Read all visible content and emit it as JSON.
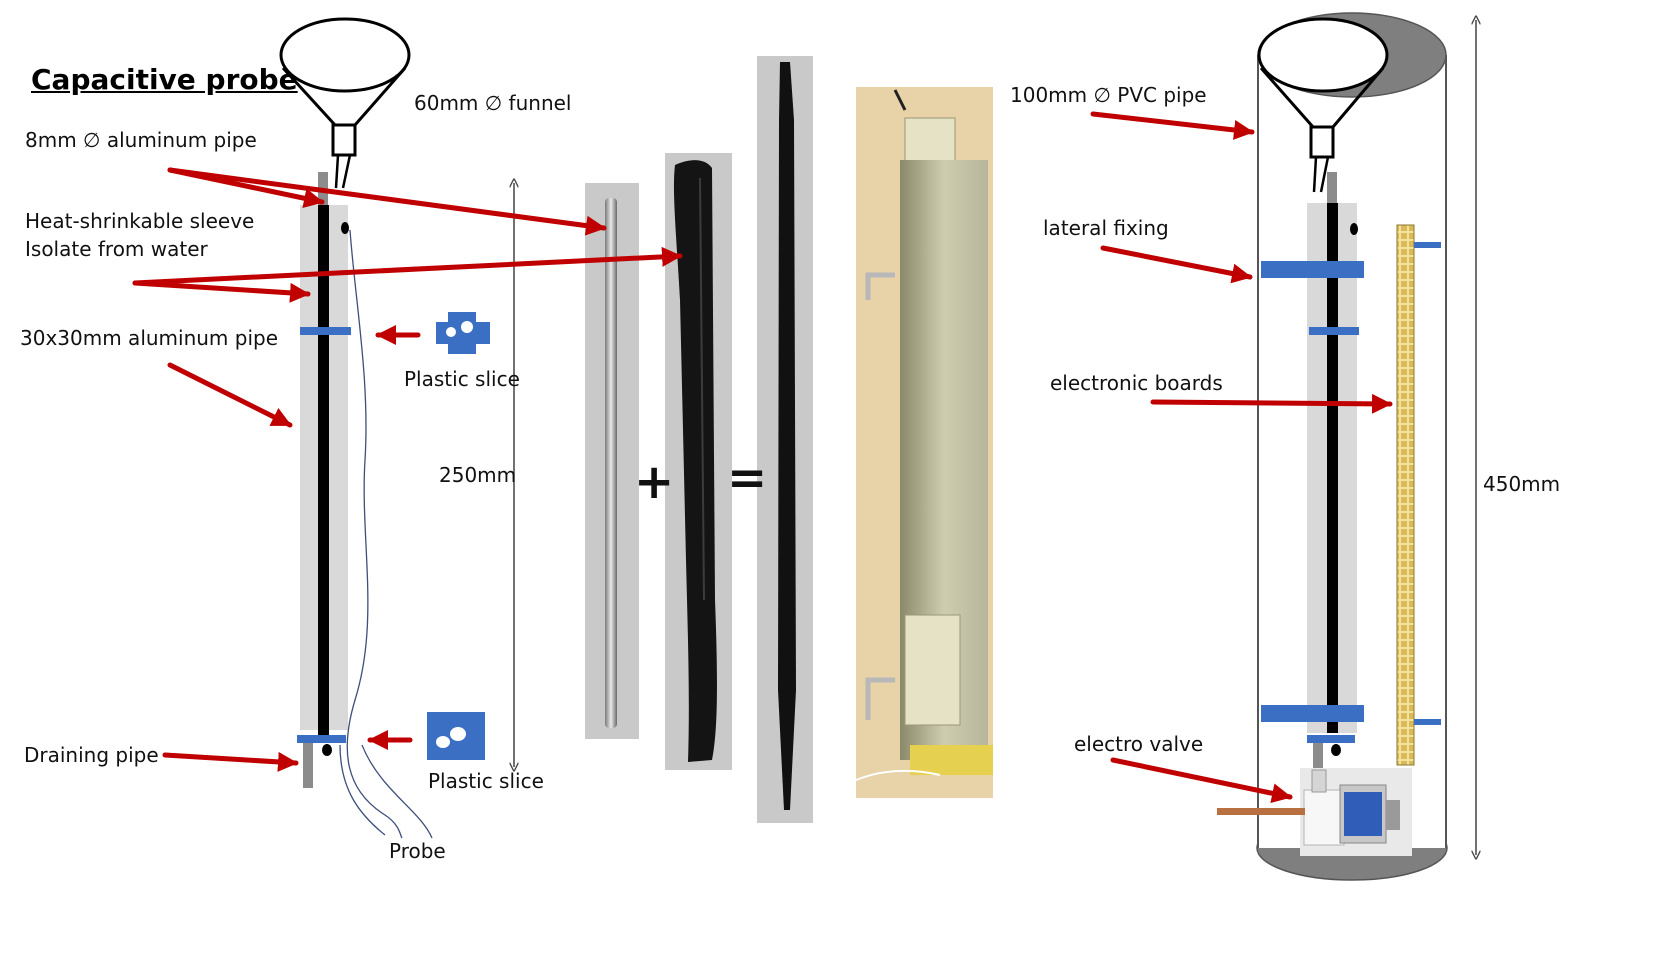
{
  "title": "Capacitive probe",
  "labels": {
    "funnel": "60mm ∅ funnel",
    "alu_pipe_8mm": "8mm ∅ aluminum pipe",
    "sleeve_line1": "Heat-shrinkable sleeve",
    "sleeve_line2": "Isolate from water",
    "alu_pipe_30mm": "30x30mm aluminum pipe",
    "plastic_slice_top": "Plastic slice",
    "plastic_slice_bottom": "Plastic slice",
    "draining_pipe": "Draining pipe",
    "probe": "Probe",
    "length_250": "250mm",
    "pvc_pipe": "100mm ∅ PVC pipe",
    "lateral_fixing": "lateral fixing",
    "electronic_boards": "electronic boards",
    "electro_valve": "electro valve",
    "length_450": "450mm"
  },
  "symbols": {
    "plus": "+",
    "equals": "="
  },
  "colors": {
    "arrow": "#c00000",
    "blue_part": "#3a6fc4",
    "light_pipe": "#d9d9d9",
    "photo_bg": "#c9c9c9",
    "board": "#e6c87a"
  }
}
